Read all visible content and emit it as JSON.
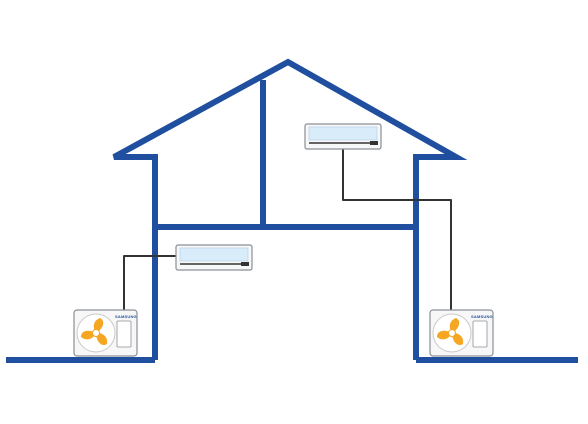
{
  "diagram": {
    "colors": {
      "structure": "#1f4f9e",
      "pipe": "#333333",
      "unit_body": "#f7f7f7",
      "unit_outline": "#8a8f96",
      "unit_panel": "#d9ecf9",
      "fan": "#f5a623",
      "fan_hub": "#ffffff",
      "brand": "#1f4f9e"
    },
    "indoor_units": [
      {
        "name": "upper-right-indoor-unit"
      },
      {
        "name": "lower-left-indoor-unit"
      }
    ],
    "outdoor_units": [
      {
        "name": "left-outdoor-unit",
        "brand": "SAMSUNG"
      },
      {
        "name": "right-outdoor-unit",
        "brand": "SAMSUNG"
      }
    ]
  }
}
